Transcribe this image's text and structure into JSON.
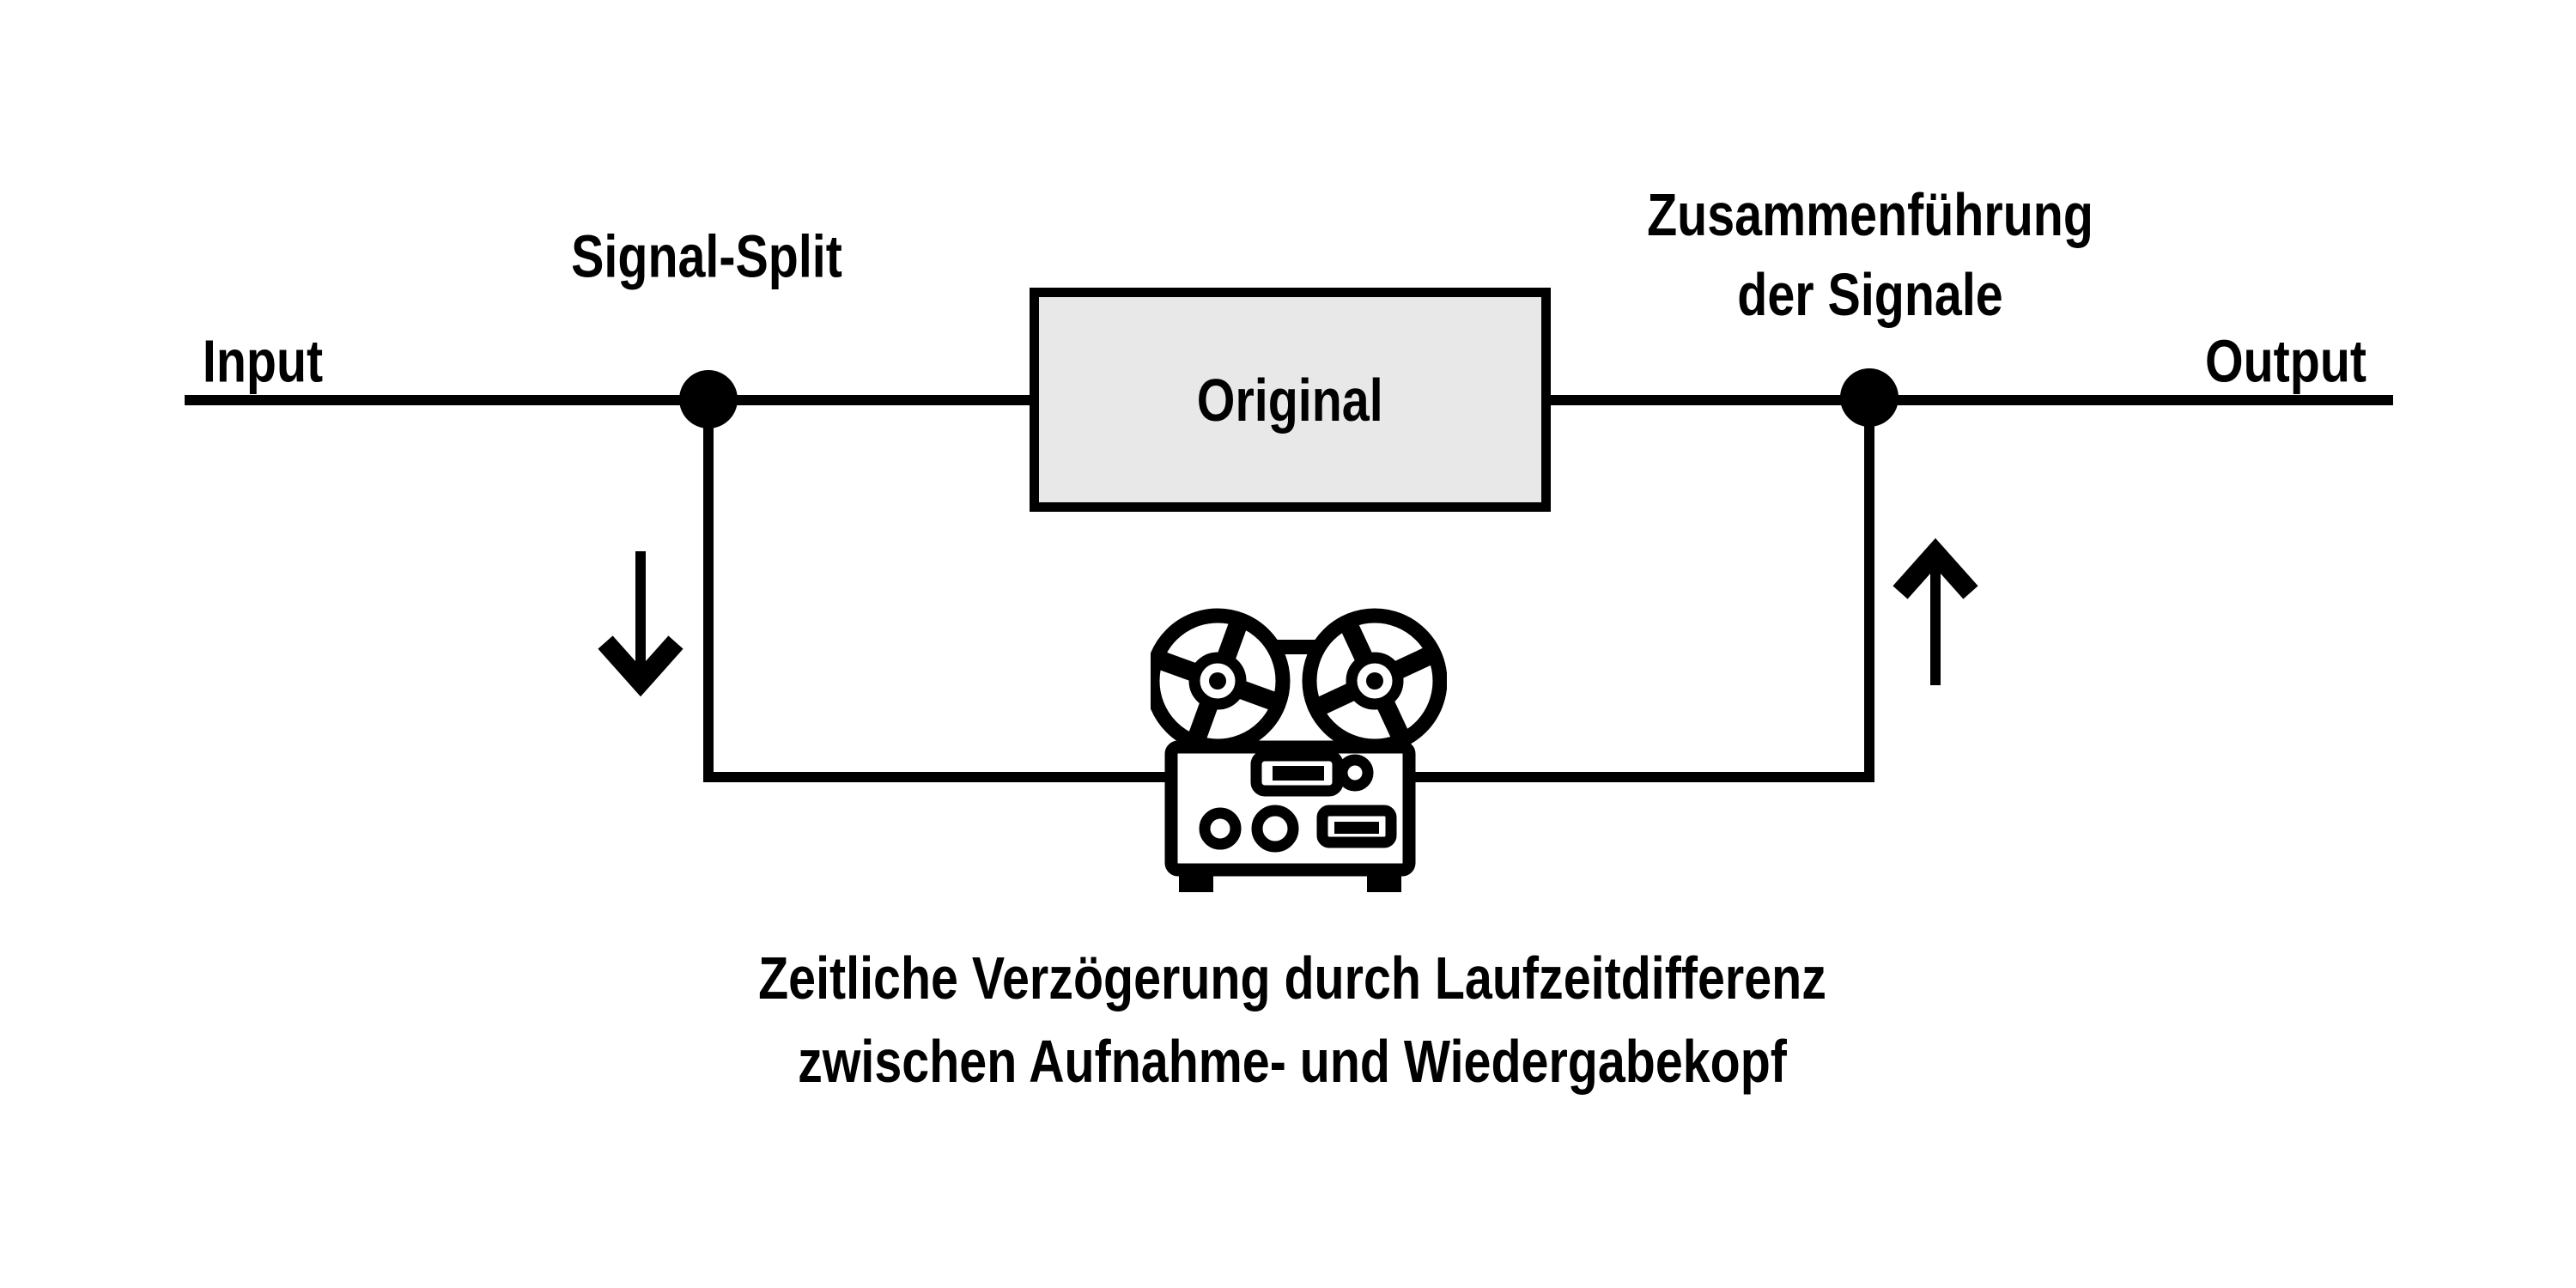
{
  "labels": {
    "input": "Input",
    "signal_split": "Signal-Split",
    "original": "Original",
    "merge_line1": "Zusammenführung",
    "merge_line2": "der Signale",
    "output": "Output"
  },
  "caption": {
    "line1": "Zeitliche Verzögerung durch Laufzeitdifferenz",
    "line2": "zwischen Aufnahme- und Wiedergabekopf"
  },
  "icons": {
    "junction": "filled-circle",
    "down_arrow": "↓",
    "up_arrow": "↑",
    "delay_device": "reel-to-reel-tape-recorder"
  },
  "colors": {
    "line": "#000000",
    "box_fill": "#e8e8e8",
    "background": "#ffffff",
    "text": "#000000"
  }
}
